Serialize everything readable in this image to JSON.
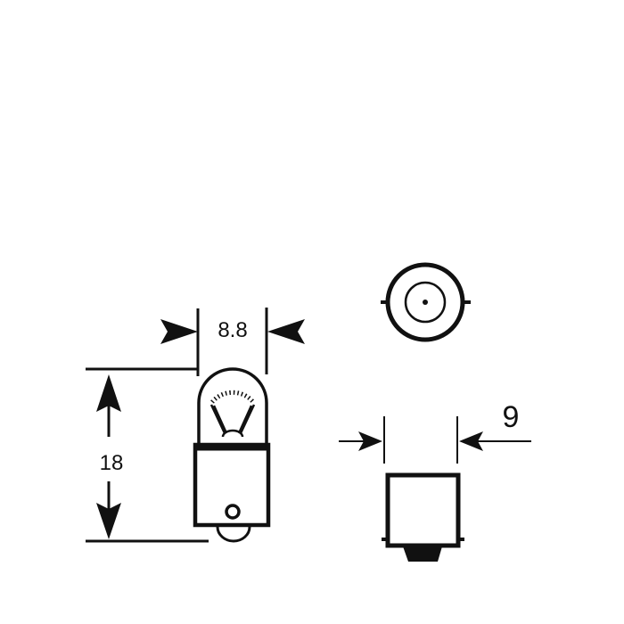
{
  "diagram": {
    "side_view": {
      "width_label": "8.8",
      "height_label": "18"
    },
    "base_view": {
      "width_label": "9"
    }
  },
  "colors": {
    "ink": "#111111",
    "background": "#ffffff"
  }
}
